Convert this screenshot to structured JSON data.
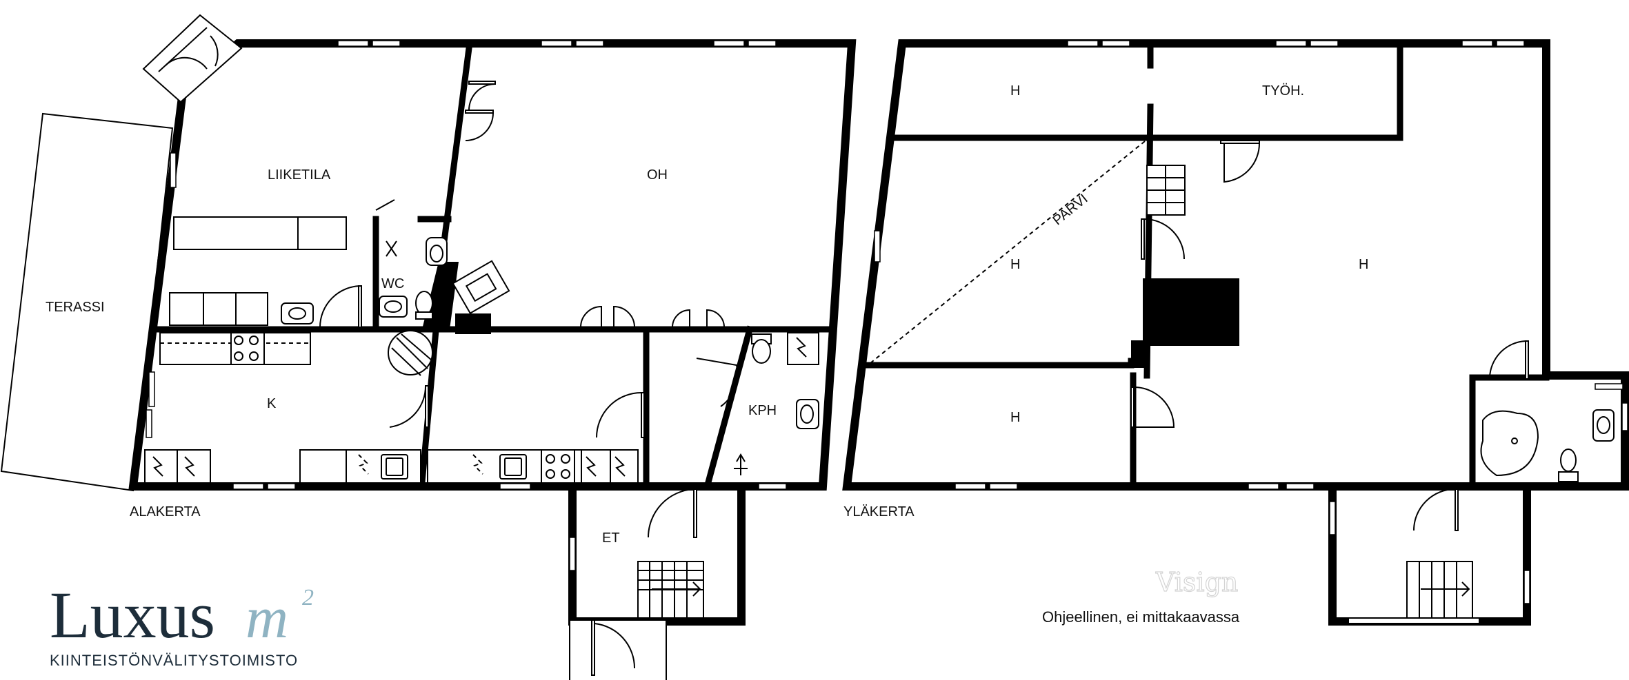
{
  "rooms": {
    "terassi": "TERASSI",
    "liiketila": "LIIKETILA",
    "oh": "OH",
    "wc": "WC",
    "k": "K",
    "kph": "KPH",
    "et": "ET",
    "h_top_left": "H",
    "tyoh": "TYÖH.",
    "parvi": "PARVI",
    "h_mid_left": "H",
    "h_big": "H",
    "h_bottom_left": "H"
  },
  "floors": {
    "ground": "ALAKERTA",
    "upper": "YLÄKERTA"
  },
  "note": "Ohjeellinen, ei mittakaavassa",
  "watermark": "Visign",
  "brand": {
    "name": "Luxus",
    "suffix": "m",
    "sup": "2",
    "tagline": "KIINTEISTÖNVÄLITYSTOIMISTO"
  },
  "colors": {
    "walls": "#000000",
    "brand_dark": "#1d2d3a",
    "brand_accent": "#8fb3c2"
  }
}
